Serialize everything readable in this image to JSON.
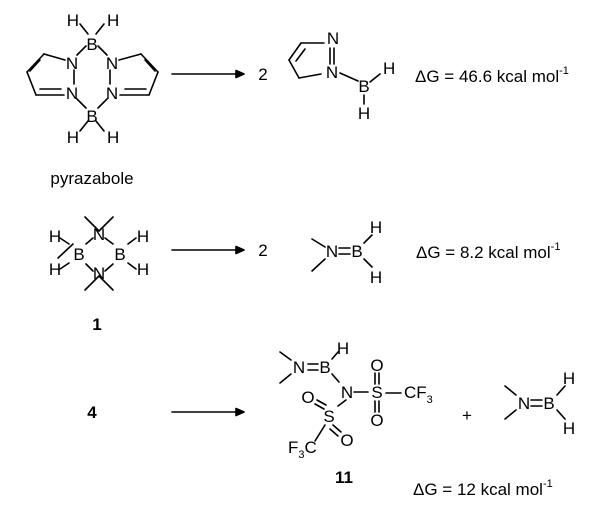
{
  "atoms": {
    "H": "H",
    "B": "B",
    "N": "N",
    "F": "F",
    "C": "C",
    "O": "O",
    "S": "S"
  },
  "subscripts": {
    "three": "3"
  },
  "reactions": [
    {
      "coefficient": "2",
      "energy": "ΔG = 46.6 kcal mol",
      "superscript": "-1",
      "caption": "pyrazabole"
    },
    {
      "reactant_label": "1",
      "coefficient": "2",
      "energy": "ΔG = 8.2 kcal mol",
      "superscript": "-1"
    },
    {
      "reactant_label": "4",
      "plus": "+",
      "product_label": "11",
      "energy": "ΔG = 12 kcal mol",
      "superscript": "-1"
    }
  ]
}
